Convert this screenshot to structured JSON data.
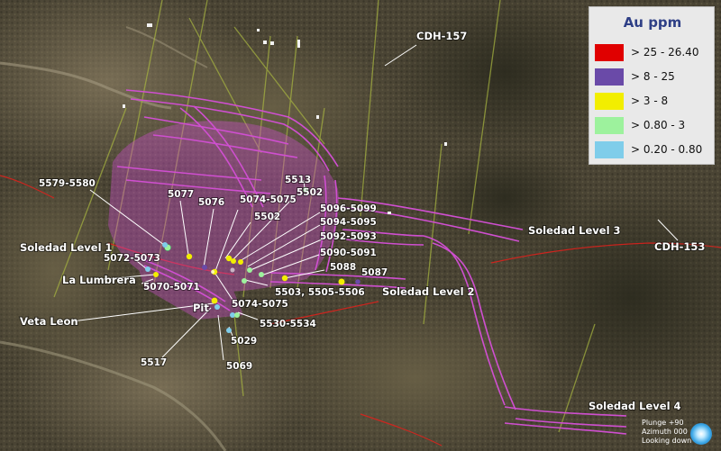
{
  "legend": {
    "title": "Au ppm",
    "items": [
      {
        "label": "> 25 - 26.40",
        "color": "#e00000"
      },
      {
        "label": "> 8 - 25",
        "color": "#6a4aa8"
      },
      {
        "label": "> 3 - 8",
        "color": "#f2ee00"
      },
      {
        "label": "> 0.80 - 3",
        "color": "#9df29d"
      },
      {
        "label": "> 0.20 - 0.80",
        "color": "#7fcdea"
      }
    ]
  },
  "levels": {
    "soledad_1": "Soledad Level 1",
    "soledad_2": "Soledad Level 2",
    "soledad_3": "Soledad Level 3",
    "soledad_4": "Soledad Level 4",
    "la_lumbrera": "La Lumbrera",
    "veta_leon": "Veta Leon",
    "pit": "Pit"
  },
  "drillholes": {
    "cdh_157": "CDH-157",
    "cdh_153": "CDH-153"
  },
  "samples": {
    "s5579_5580": "5579-5580",
    "s5077": "5077",
    "s5076": "5076",
    "s5074_5075_top": "5074-5075",
    "s5502_a": "5502",
    "s5513": "5513",
    "s5502_b": "5502",
    "s5096_5099": "5096-5099",
    "s5094_5095": "5094-5095",
    "s5092_5093": "5092-5093",
    "s5090_5091": "5090-5091",
    "s5088": "5088",
    "s5087": "5087",
    "s5072_5073": "5072-5073",
    "s5070_5071": "5070-5071",
    "s5503_5505_5506": "5503, 5505-5506",
    "s5074_5075_bottom": "5074-5075",
    "s5530_5534": "5530-5534",
    "s5029": "5029",
    "s5517": "5517",
    "s5069": "5069"
  },
  "view": {
    "plunge": "Plunge +90",
    "azimuth": "Azimuth 000",
    "looking": "Looking down"
  },
  "colors": {
    "workings": "#cf4fd0",
    "drill_trace": "#a8b640",
    "fault": "#e3201b"
  }
}
